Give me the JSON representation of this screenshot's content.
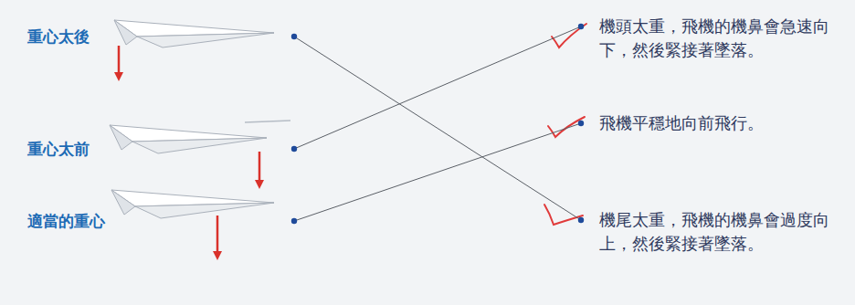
{
  "diagram": {
    "nodes": [
      {
        "text": [
          "重心太後"
        ]
      },
      {
        "text": [
          "重心太前"
        ]
      },
      {
        "text": [
          "適當的重心"
        ]
      },
      {
        "text": [
          "機頭太重，飛機的機鼻會急速向下，然後緊接著墜落。"
        ]
      },
      {
        "text": [
          "飛機平穩地向前飛行。"
        ]
      },
      {
        "text": [
          "機尾太重，飛機的機鼻會過度向上，然後緊接著墜落。"
        ]
      }
    ],
    "edges": [
      {
        "from": 0,
        "to": 5,
        "arrow": "none"
      },
      {
        "from": 1,
        "to": 3,
        "arrow": "none"
      },
      {
        "from": 2,
        "to": 4,
        "arrow": "none"
      }
    ]
  }
}
